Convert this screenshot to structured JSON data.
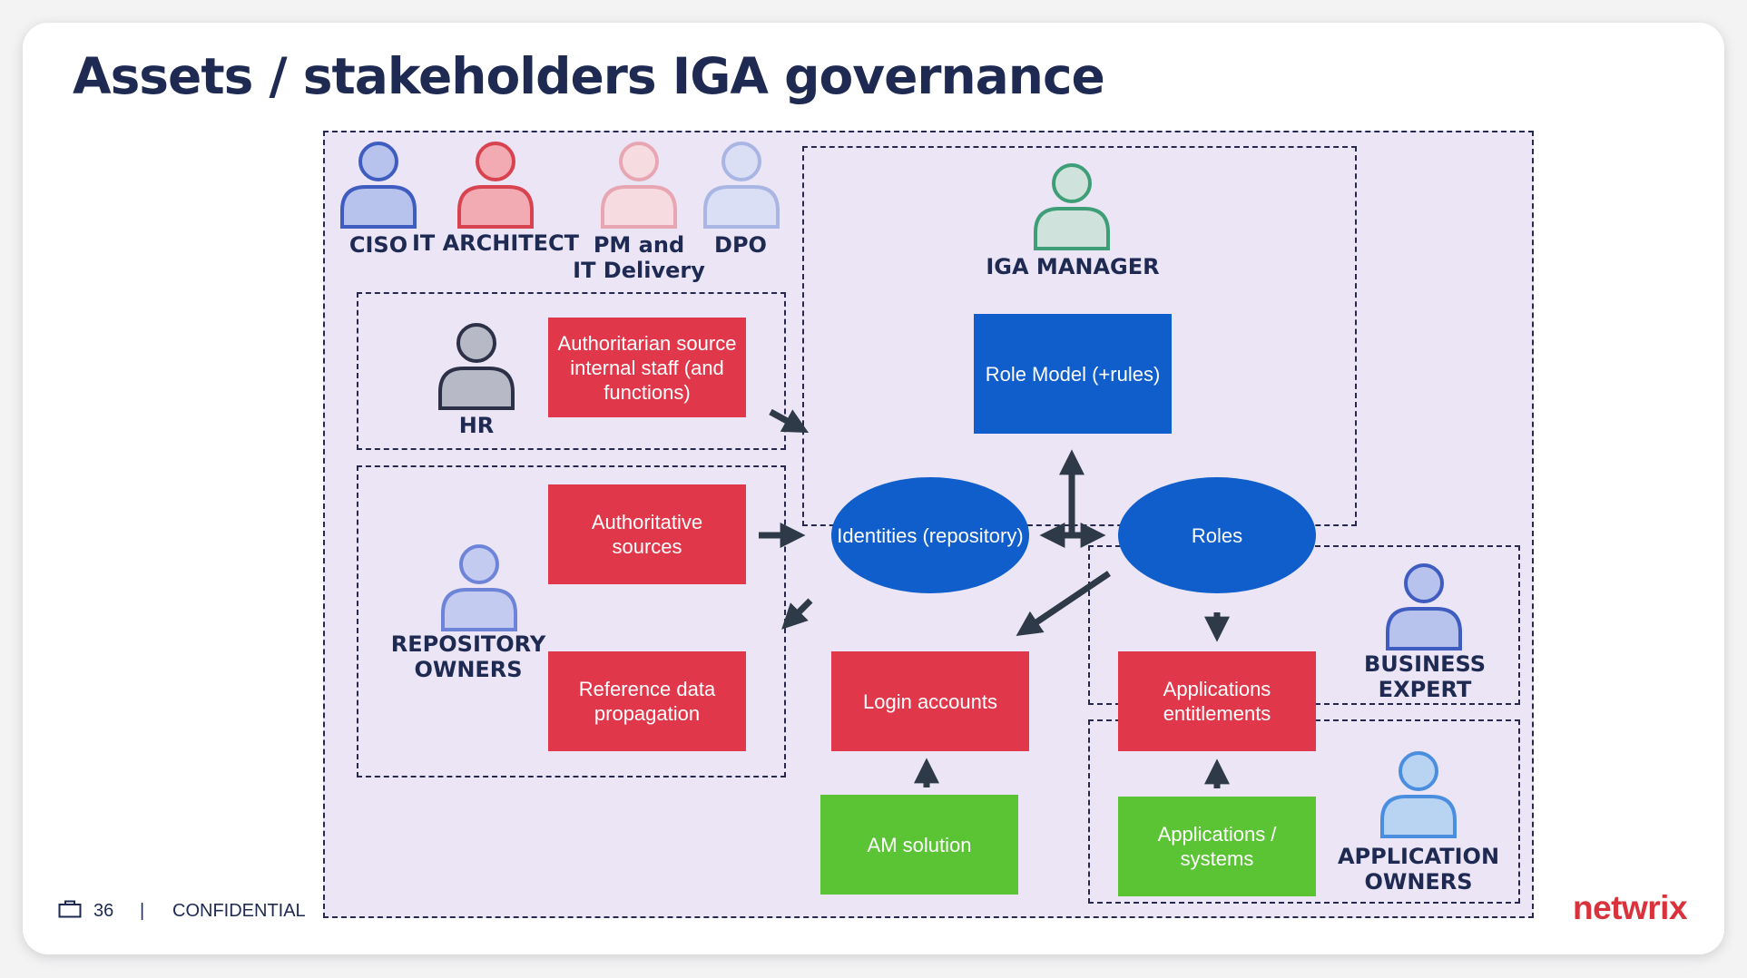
{
  "title": "Assets / stakeholders IGA governance",
  "stakeholders": {
    "ciso": "CISO",
    "it_architect": "IT ARCHITECT",
    "pm": "PM and\nIT Delivery",
    "dpo": "DPO",
    "iga_manager": "IGA MANAGER",
    "hr": "HR",
    "repository_owners": "REPOSITORY\nOWNERS",
    "business_expert": "BUSINESS\nEXPERT",
    "application_owners": "APPLICATION\nOWNERS"
  },
  "boxes": {
    "authoritarian": "Authoritarian source internal staff (and functions)",
    "authoritative": "Authoritative sources",
    "reference": "Reference data propagation",
    "role_model": "Role Model (+rules)",
    "identities": "Identities (repository)",
    "roles": "Roles",
    "login": "Login accounts",
    "app_entitlements": "Applications entitlements",
    "am_solution": "AM solution",
    "apps_systems": "Applications / systems"
  },
  "colors": {
    "red": "#e0374b",
    "blue": "#0f5ecb",
    "green": "#5ac434",
    "navy": "#1e2a52",
    "person_blue": "#3f5cc0",
    "person_red": "#d9434f",
    "person_pink": "#e8a6b3",
    "person_lavender": "#a9b5e3",
    "person_green": "#3e9e78",
    "person_gray": "#2d3147"
  },
  "footer": {
    "page": "36",
    "separator": "|",
    "label": "CONFIDENTIAL",
    "icon": "briefcase-icon"
  },
  "logo": "netwrix"
}
